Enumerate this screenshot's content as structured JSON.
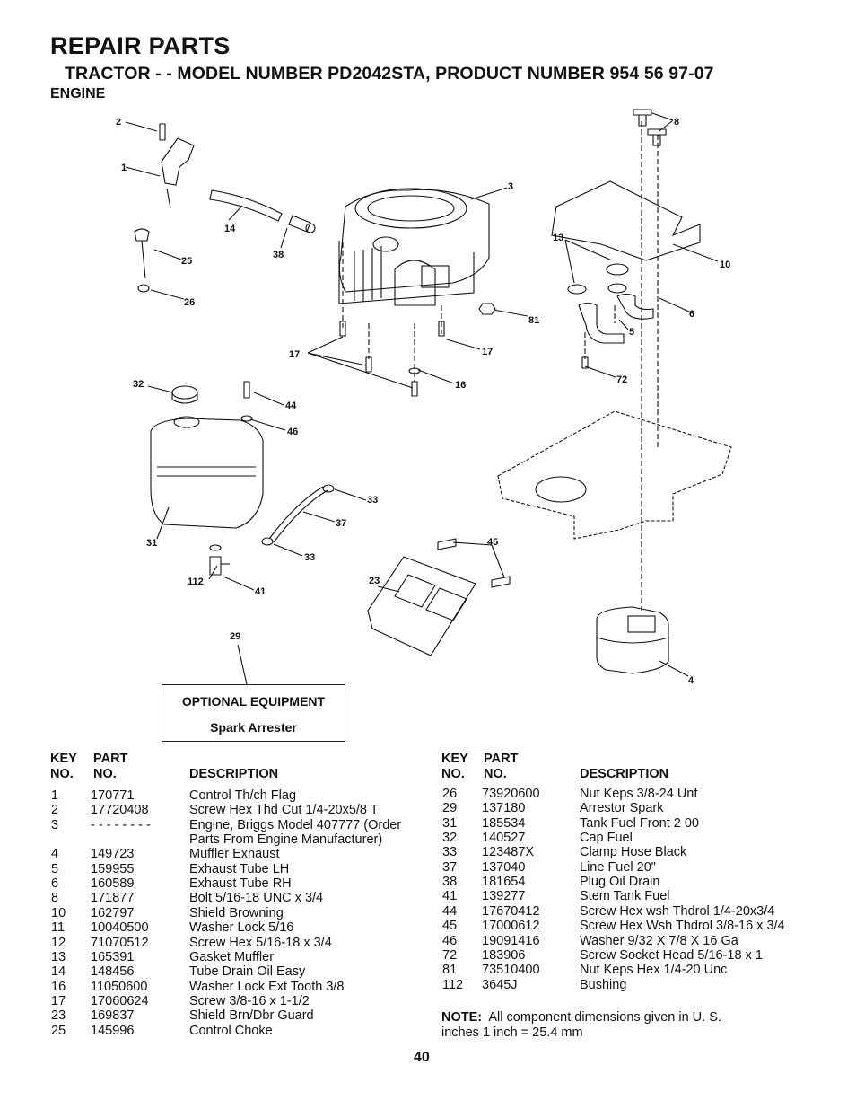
{
  "header": {
    "title": "REPAIR PARTS",
    "subtitle": "TRACTOR - - MODEL NUMBER PD2042STA, PRODUCT NUMBER 954 56 97-07",
    "section": "ENGINE"
  },
  "diagram": {
    "callouts": [
      "2",
      "1",
      "8",
      "3",
      "14",
      "38",
      "25",
      "13",
      "10",
      "26",
      "6",
      "5",
      "81",
      "17",
      "17",
      "72",
      "16",
      "32",
      "44",
      "46",
      "33",
      "37",
      "31",
      "33",
      "45",
      "112",
      "41",
      "23",
      "29",
      "4"
    ]
  },
  "optional_equipment": {
    "title": "OPTIONAL EQUIPMENT",
    "item": "Spark Arrester"
  },
  "table_headers": {
    "key": "KEY",
    "no": "NO.",
    "part": "PART",
    "part_no": "NO.",
    "description": "DESCRIPTION"
  },
  "parts_left": [
    {
      "key": "1",
      "part": "170771",
      "desc": "Control Th/ch Flag"
    },
    {
      "key": "2",
      "part": "17720408",
      "desc": "Screw Hex Thd Cut 1/4-20x5/8 T"
    },
    {
      "key": "3",
      "part": "- - - - - - - -",
      "desc": "Engine, Briggs Model 407777 (Order",
      "desc2": "Parts From Engine Manufacturer)"
    },
    {
      "key": "4",
      "part": "149723",
      "desc": "Muffler Exhaust"
    },
    {
      "key": "5",
      "part": "159955",
      "desc": "Exhaust Tube LH"
    },
    {
      "key": "6",
      "part": "160589",
      "desc": "Exhaust Tube RH"
    },
    {
      "key": "8",
      "part": "171877",
      "desc": "Bolt 5/16-18 UNC x 3/4"
    },
    {
      "key": "10",
      "part": "162797",
      "desc": "Shield Browning"
    },
    {
      "key": "11",
      "part": "10040500",
      "desc": "Washer Lock 5/16"
    },
    {
      "key": "12",
      "part": "71070512",
      "desc": "Screw Hex 5/16-18 x 3/4"
    },
    {
      "key": "13",
      "part": "165391",
      "desc": "Gasket Muffler"
    },
    {
      "key": "14",
      "part": "148456",
      "desc": "Tube Drain Oil Easy"
    },
    {
      "key": "16",
      "part": "11050600",
      "desc": "Washer Lock Ext Tooth 3/8"
    },
    {
      "key": "17",
      "part": "17060624",
      "desc": "Screw  3/8-16 x 1-1/2"
    },
    {
      "key": "23",
      "part": "169837",
      "desc": "Shield Brn/Dbr Guard"
    },
    {
      "key": "25",
      "part": "145996",
      "desc": "Control Choke"
    }
  ],
  "parts_right": [
    {
      "key": "26",
      "part": "73920600",
      "desc": "Nut Keps 3/8-24 Unf"
    },
    {
      "key": "29",
      "part": "137180",
      "desc": "Arrestor Spark"
    },
    {
      "key": "31",
      "part": "185534",
      "desc": "Tank Fuel Front 2 00"
    },
    {
      "key": "32",
      "part": "140527",
      "desc": "Cap Fuel"
    },
    {
      "key": "33",
      "part": "123487X",
      "desc": "Clamp Hose Black"
    },
    {
      "key": "37",
      "part": "137040",
      "desc": "Line Fuel 20\""
    },
    {
      "key": "38",
      "part": "181654",
      "desc": "Plug Oil Drain"
    },
    {
      "key": "41",
      "part": "139277",
      "desc": "Stem Tank Fuel"
    },
    {
      "key": "44",
      "part": "17670412",
      "desc": "Screw Hex wsh Thdrol 1/4-20x3/4"
    },
    {
      "key": "45",
      "part": "17000612",
      "desc": "Screw Hex Wsh Thdrol 3/8-16 x 3/4"
    },
    {
      "key": "46",
      "part": "19091416",
      "desc": "Washer 9/32 X 7/8 X 16 Ga"
    },
    {
      "key": "72",
      "part": "183906",
      "desc": "Screw Socket Head 5/16-18 x 1"
    },
    {
      "key": "81",
      "part": "73510400",
      "desc": "Nut Keps Hex 1/4-20 Unc"
    },
    {
      "key": "112",
      "part": "3645J",
      "desc": "Bushing"
    }
  ],
  "note": {
    "label": "NOTE:",
    "text": "All component dimensions given in U. S.",
    "text2": "inches 1 inch = 25.4 mm"
  },
  "page_number": "40"
}
